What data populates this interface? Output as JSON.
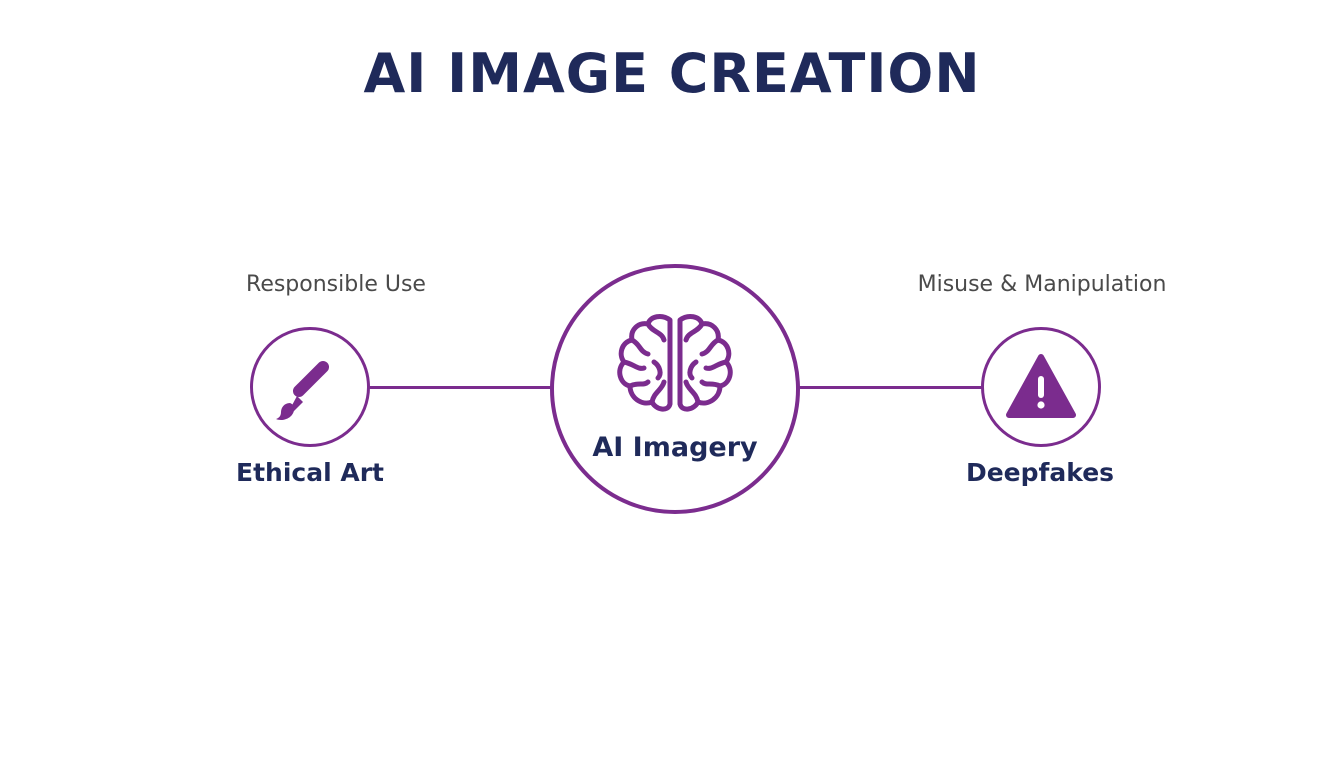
{
  "title": "AI IMAGE CREATION",
  "center_node": {
    "label": "AI Imagery",
    "icon": "brain-icon"
  },
  "left_node": {
    "category": "Responsible Use",
    "label": "Ethical Art",
    "icon": "paintbrush-icon"
  },
  "right_node": {
    "category": "Misuse & Manipulation",
    "label": "Deepfakes",
    "icon": "warning-icon"
  },
  "colors": {
    "accent": "#7b2c8e",
    "title": "#1f2a5a",
    "category_text": "#4a4a4a"
  }
}
